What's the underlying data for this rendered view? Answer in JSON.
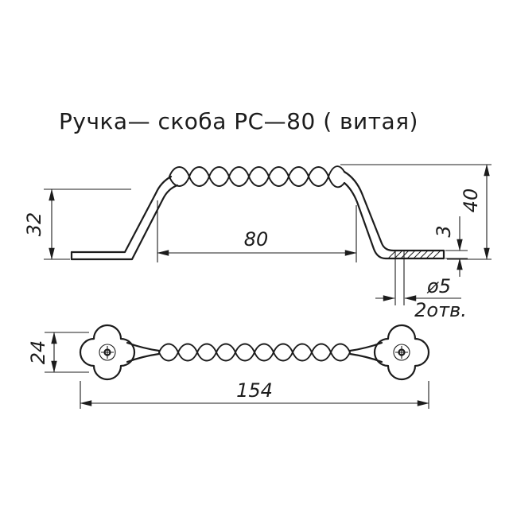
{
  "title": "Ручка— скоба  РС—80  ( витая)",
  "colors": {
    "line": "#1c1c1c",
    "background": "#ffffff"
  },
  "front_view": {
    "dim_left_height": "32",
    "dim_inner_span": "80",
    "dim_right_height": "40",
    "dim_plate_thickness": "3",
    "dim_hole_diameter": "ø5",
    "dim_hole_note": "2отв."
  },
  "top_view": {
    "dim_plate_width": "24",
    "dim_overall_length": "154"
  }
}
